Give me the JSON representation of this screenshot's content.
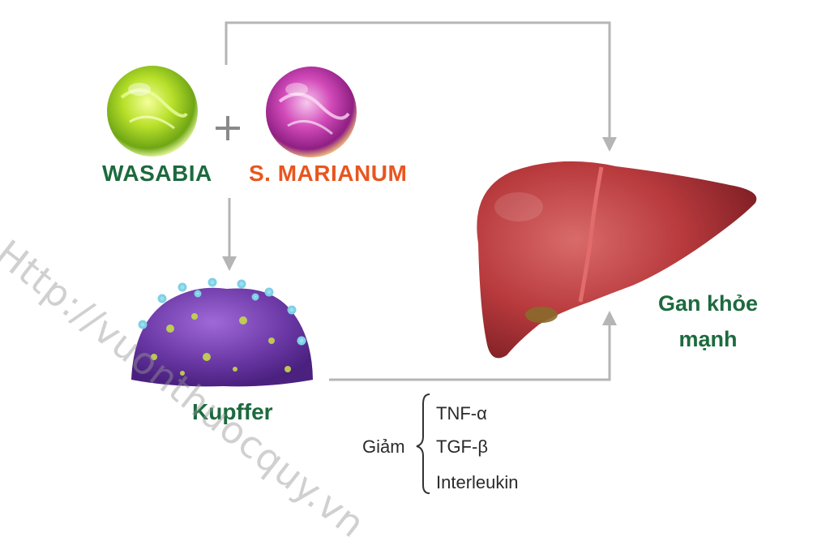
{
  "diagram": {
    "ingredient_1": "WASABIA",
    "ingredient_2": "S. MARIANUM",
    "plus_sign": "+",
    "cell_label": "Kupffer",
    "liver_label_line1": "Gan khỏe",
    "liver_label_line2": "mạnh",
    "reduce_label": "Giảm",
    "cytokines": [
      "TNF-α",
      "TGF-β",
      "Interleukin"
    ]
  },
  "watermark": "Http://vuonthuocquy.vn",
  "colors": {
    "green_label": "#1c6a3e",
    "orange_label": "#e8561f",
    "arrow": "#b5b5b5"
  }
}
